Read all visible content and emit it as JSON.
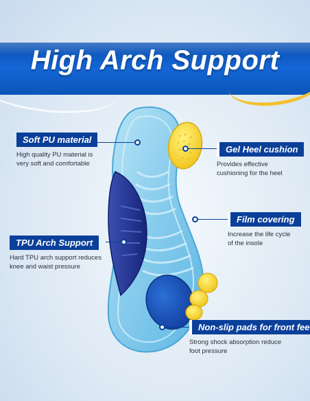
{
  "title": "High Arch Support",
  "colors": {
    "brand_blue": "#0a3f9a",
    "band_blue": "#1466d6",
    "accent_yellow": "#f2c12e",
    "gel_yellow": "#f5d326",
    "insole_blue": "#8fd0ee",
    "arch_navy": "#1e2f8a"
  },
  "callouts": {
    "soft_pu": {
      "label": "Soft PU material",
      "desc_line1": "High quality PU material is",
      "desc_line2": "very soft and comfortable"
    },
    "gel_heel": {
      "label": "Gel Heel cushion",
      "desc_line1": "Provides effective",
      "desc_line2": "cushioning for the heel"
    },
    "film": {
      "label": "Film covering",
      "desc_line1": "Increase the life cycle",
      "desc_line2": "of the insole"
    },
    "tpu_arch": {
      "label": "TPU Arch Support",
      "desc_line1": "Hard TPU arch support reduces",
      "desc_line2": "knee and waist pressure"
    },
    "nonslip": {
      "label": "Non-slip pads for front feet",
      "desc_line1": "Strong shock absorption reduce",
      "desc_line2": "foot pressure"
    }
  }
}
